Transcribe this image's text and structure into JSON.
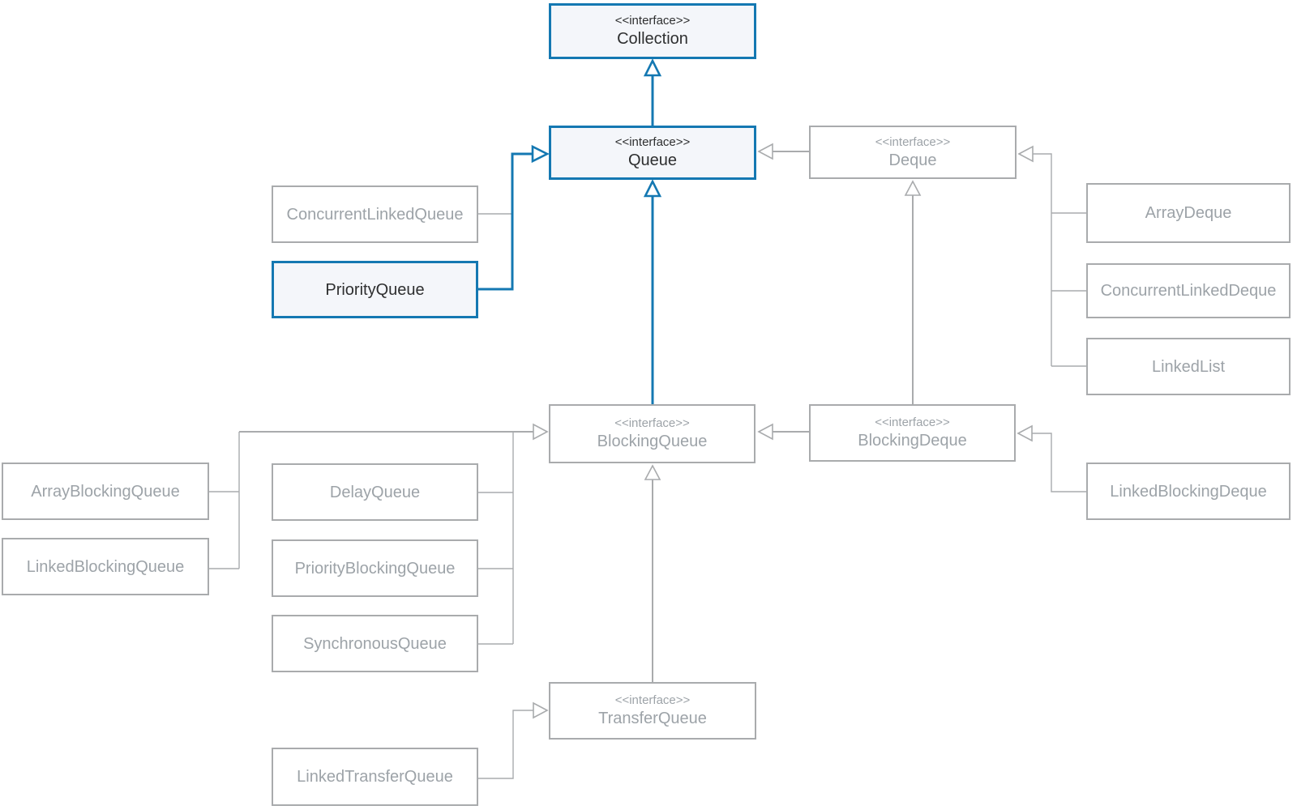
{
  "colors": {
    "blue": "#1478b2",
    "gray-line": "#a9abad",
    "gray-text": "#9da3a8",
    "dark-text": "#2e2f30",
    "highlight-fill": "#f4f6fa",
    "box-fill": "#ffffff",
    "background": "#ffffff"
  },
  "stereotype": "<<interface>>",
  "nodes": {
    "collection": {
      "stereotype": "<<interface>>",
      "name": "Collection",
      "highlighted": true
    },
    "queue": {
      "stereotype": "<<interface>>",
      "name": "Queue",
      "highlighted": true
    },
    "deque": {
      "stereotype": "<<interface>>",
      "name": "Deque",
      "highlighted": false
    },
    "blockingqueue": {
      "stereotype": "<<interface>>",
      "name": "BlockingQueue",
      "highlighted": false
    },
    "blockingdeque": {
      "stereotype": "<<interface>>",
      "name": "BlockingDeque",
      "highlighted": false
    },
    "transferqueue": {
      "stereotype": "<<interface>>",
      "name": "TransferQueue",
      "highlighted": false
    },
    "concurrentlinkedqueue": {
      "name": "ConcurrentLinkedQueue",
      "highlighted": false
    },
    "priorityqueue": {
      "name": "PriorityQueue",
      "highlighted": true
    },
    "arraydeque": {
      "name": "ArrayDeque",
      "highlighted": false
    },
    "concurrentlinkeddeque": {
      "name": "ConcurrentLinkedDeque",
      "highlighted": false
    },
    "linkedlist": {
      "name": "LinkedList",
      "highlighted": false
    },
    "linkedblockingdeque": {
      "name": "LinkedBlockingDeque",
      "highlighted": false
    },
    "arrayblockingqueue": {
      "name": "ArrayBlockingQueue",
      "highlighted": false
    },
    "linkedblockingqueue": {
      "name": "LinkedBlockingQueue",
      "highlighted": false
    },
    "delayqueue": {
      "name": "DelayQueue",
      "highlighted": false
    },
    "priorityblockingqueue": {
      "name": "PriorityBlockingQueue",
      "highlighted": false
    },
    "synchronousqueue": {
      "name": "SynchronousQueue",
      "highlighted": false
    },
    "linkedtransferqueue": {
      "name": "LinkedTransferQueue",
      "highlighted": false
    }
  },
  "edges": [
    {
      "from": "Queue",
      "to": "Collection",
      "highlighted": true
    },
    {
      "from": "PriorityQueue",
      "to": "Queue",
      "highlighted": true
    },
    {
      "from": "BlockingQueue",
      "to": "Queue",
      "highlighted": true
    },
    {
      "from": "ConcurrentLinkedQueue",
      "to": "Queue",
      "highlighted": false
    },
    {
      "from": "Deque",
      "to": "Queue",
      "highlighted": false
    },
    {
      "from": "ArrayDeque",
      "to": "Deque",
      "highlighted": false
    },
    {
      "from": "ConcurrentLinkedDeque",
      "to": "Deque",
      "highlighted": false
    },
    {
      "from": "LinkedList",
      "to": "Deque",
      "highlighted": false
    },
    {
      "from": "BlockingDeque",
      "to": "Deque",
      "highlighted": false
    },
    {
      "from": "BlockingDeque",
      "to": "BlockingQueue",
      "highlighted": false
    },
    {
      "from": "LinkedBlockingDeque",
      "to": "BlockingDeque",
      "highlighted": false
    },
    {
      "from": "ArrayBlockingQueue",
      "to": "BlockingQueue",
      "highlighted": false
    },
    {
      "from": "LinkedBlockingQueue",
      "to": "BlockingQueue",
      "highlighted": false
    },
    {
      "from": "DelayQueue",
      "to": "BlockingQueue",
      "highlighted": false
    },
    {
      "from": "PriorityBlockingQueue",
      "to": "BlockingQueue",
      "highlighted": false
    },
    {
      "from": "SynchronousQueue",
      "to": "BlockingQueue",
      "highlighted": false
    },
    {
      "from": "TransferQueue",
      "to": "BlockingQueue",
      "highlighted": false
    },
    {
      "from": "LinkedTransferQueue",
      "to": "TransferQueue",
      "highlighted": false
    }
  ]
}
